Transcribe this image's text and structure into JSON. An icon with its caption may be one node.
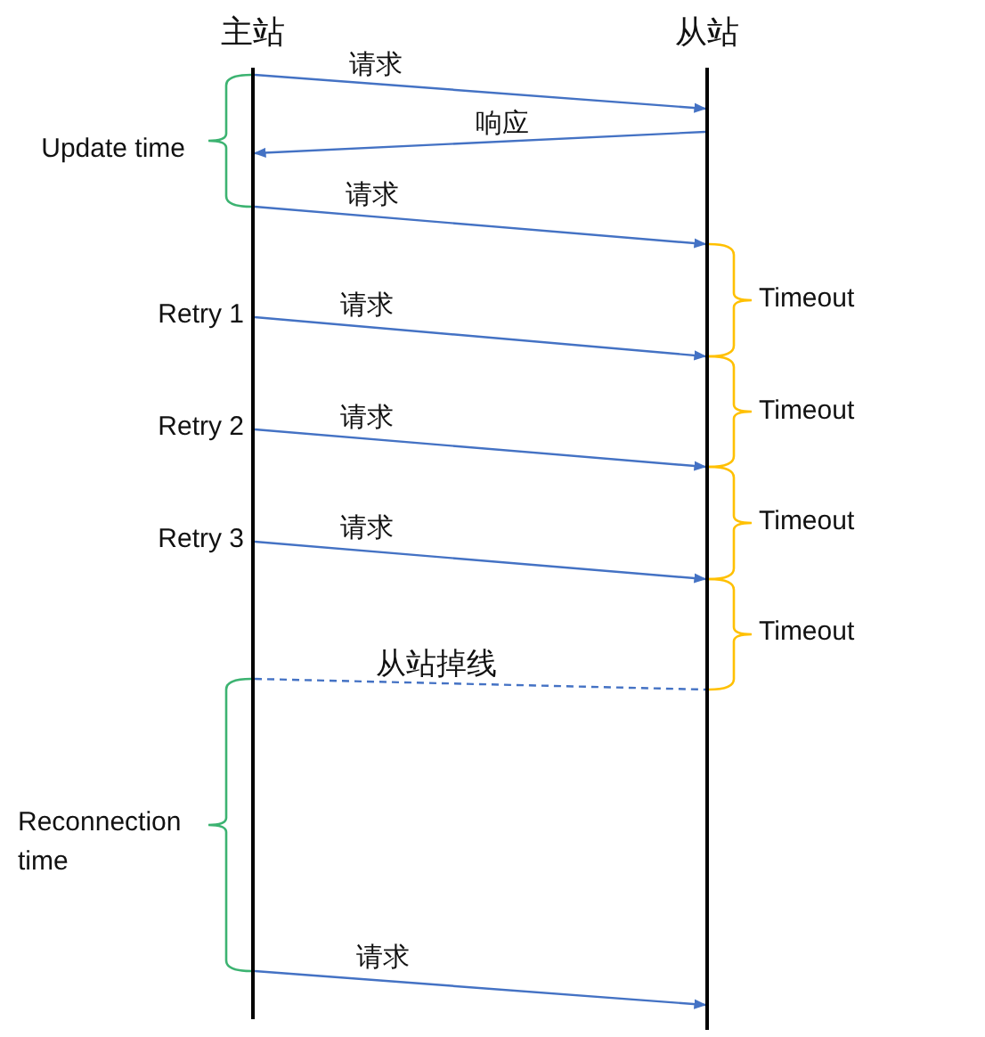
{
  "diagram": {
    "nodes": [
      {
        "text": [],
        "shape": "bar",
        "beside": [
          "主站"
        ]
      },
      {
        "text": [],
        "shape": "bar",
        "beside": [
          "从站"
        ]
      }
    ],
    "edges": [
      {
        "from": 0,
        "to": 1,
        "arrow": "to",
        "label": "请求"
      },
      {
        "from": 1,
        "to": 0,
        "arrow": "to",
        "label": "响应"
      },
      {
        "from": 0,
        "to": 1,
        "arrow": "to",
        "label": "请求"
      },
      {
        "from": 0,
        "to": 1,
        "arrow": "to",
        "label": "请求"
      },
      {
        "from": 0,
        "to": 1,
        "arrow": "to",
        "label": "请求"
      },
      {
        "from": 0,
        "to": 1,
        "arrow": "to",
        "label": "请求"
      },
      {
        "from": 0,
        "to": 1,
        "arrow": "none",
        "label": "从站掉线",
        "style": "dashed"
      },
      {
        "from": 0,
        "to": 1,
        "arrow": "to",
        "label": "请求"
      }
    ],
    "labels": [
      "Update time",
      "Timeout",
      "Retry 1",
      "Timeout",
      "Retry 2",
      "Timeout",
      "Retry 3",
      "Timeout",
      "Reconnection time"
    ]
  }
}
